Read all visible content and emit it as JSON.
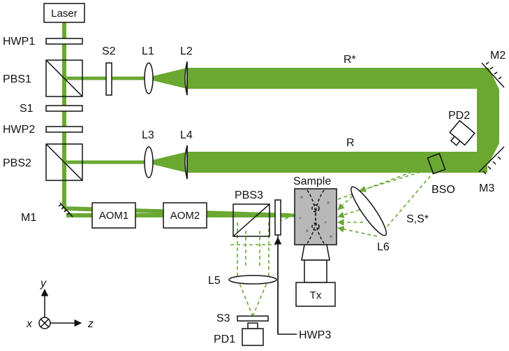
{
  "colors": {
    "beam": "#6aa832",
    "outline": "#111111",
    "sample": "#b8b8b8"
  },
  "labels": {
    "laser": "Laser",
    "hwp1": "HWP1",
    "pbs1": "PBS1",
    "s1": "S1",
    "hwp2": "HWP2",
    "pbs2": "PBS2",
    "m1": "M1",
    "s2": "S2",
    "l1": "L1",
    "l2": "L2",
    "l3": "L3",
    "l4": "L4",
    "r_star": "R*",
    "r": "R",
    "m2": "M2",
    "m3": "M3",
    "pd2": "PD2",
    "bso": "BSO",
    "aom1": "AOM1",
    "aom2": "AOM2",
    "pbs3": "PBS3",
    "sample": "Sample",
    "ss_star": "S,S*",
    "l6": "L6",
    "l5": "L5",
    "s3": "S3",
    "pd1": "PD1",
    "hwp3": "HWP3",
    "tx": "Tx"
  },
  "axes": {
    "y": "y",
    "x": "x",
    "z": "z"
  }
}
